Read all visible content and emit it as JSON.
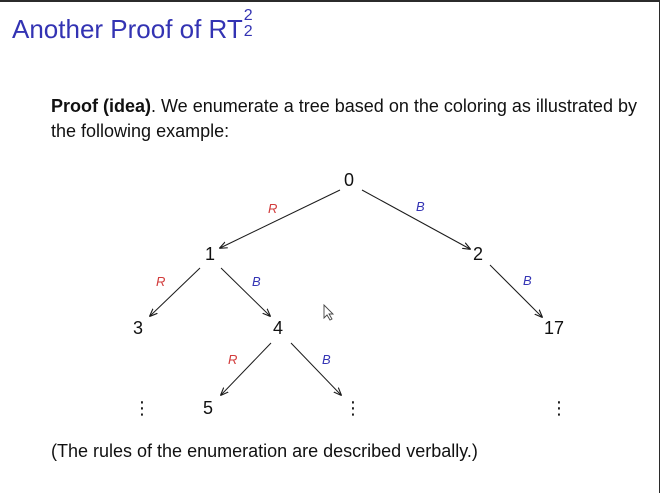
{
  "slide": {
    "title_main": "Another Proof of RT",
    "title_sup": "2",
    "title_sub": "2",
    "proof_label": "Proof (idea)",
    "proof_text": ". We enumerate a tree based on the coloring as illustrated by the following example:",
    "footer": "(The rules of the enumeration are described verbally.)"
  },
  "tree": {
    "colors": {
      "R": "#d23c3c",
      "B": "#3434b4",
      "edge": "#1a1a1a",
      "title": "#3333b3"
    },
    "nodes": [
      {
        "id": "n0",
        "label": "0"
      },
      {
        "id": "n1",
        "label": "1"
      },
      {
        "id": "n2",
        "label": "2"
      },
      {
        "id": "n3",
        "label": "3"
      },
      {
        "id": "n4",
        "label": "4"
      },
      {
        "id": "n17",
        "label": "17"
      },
      {
        "id": "n5",
        "label": "5"
      }
    ],
    "edges": [
      {
        "id": "e0-1",
        "color": "R",
        "label": "R"
      },
      {
        "id": "e0-2",
        "color": "B",
        "label": "B"
      },
      {
        "id": "e1-3",
        "color": "R",
        "label": "R"
      },
      {
        "id": "e1-4",
        "color": "B",
        "label": "B"
      },
      {
        "id": "e2-17",
        "color": "B",
        "label": "B"
      },
      {
        "id": "e4-5",
        "color": "R",
        "label": "R"
      },
      {
        "id": "e4-b",
        "color": "B",
        "label": "B"
      }
    ],
    "ellipsis": "⋮"
  }
}
